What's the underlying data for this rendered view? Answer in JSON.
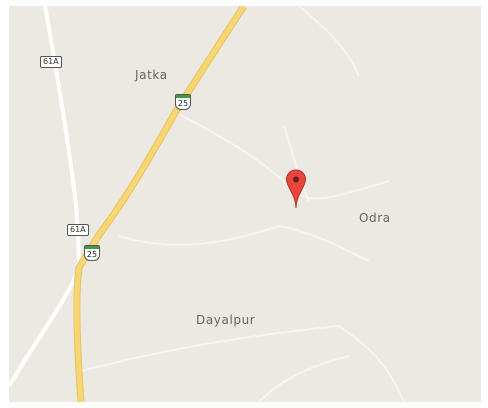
{
  "map": {
    "places": [
      {
        "id": "jatka",
        "label": "Jatka"
      },
      {
        "id": "odra",
        "label": "Odra"
      },
      {
        "id": "dayalpur",
        "label": "Dayalpur"
      }
    ],
    "route_shields": {
      "state_top": "61A",
      "state_mid": "61A",
      "nh_top": "25",
      "nh_mid": "25"
    },
    "colors": {
      "land": "#ece9e3",
      "highway": "#f7d774",
      "highway_casing": "#e6c25c",
      "minor_road": "#ffffff",
      "label": "#6b6358",
      "marker": "#e8453c",
      "nh_band": "#3f9b47"
    },
    "marker_icon": "map-pin-icon"
  }
}
